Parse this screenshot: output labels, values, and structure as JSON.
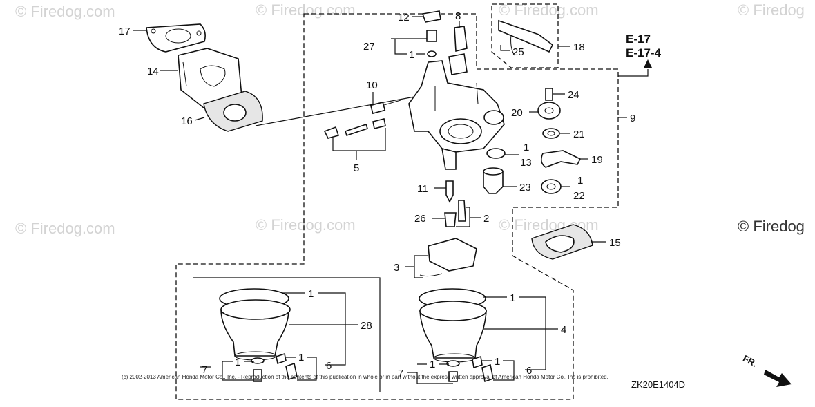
{
  "watermarks": [
    "© Firedog.com",
    "© Firedog.com",
    "© Firedog.com",
    "© Firedog",
    "© Firedog.com",
    "© Firedog.com",
    "© Firedog.com",
    "© Firedog"
  ],
  "refs": {
    "ref1": "E-17",
    "ref2": "E-17-4"
  },
  "labels": {
    "l17": "17",
    "l14": "14",
    "l16": "16",
    "l12": "12",
    "l8": "8",
    "l27": "27",
    "l1a": "1",
    "l18": "18",
    "l25": "25",
    "l10": "10",
    "l5": "5",
    "l24": "24",
    "l20": "20",
    "l21": "21",
    "l9": "9",
    "l1b": "1",
    "l13": "13",
    "l19": "19",
    "l11": "11",
    "l23": "23",
    "l1c": "1",
    "l22": "22",
    "l26": "26",
    "l2": "2",
    "l15": "15",
    "l3": "3",
    "l1d": "1",
    "l28": "28",
    "l1e": "1",
    "l4": "4",
    "l7a": "7",
    "l1f": "1",
    "l1g": "1",
    "l6a": "6",
    "l7b": "7",
    "l1h": "1",
    "l1i": "1",
    "l6b": "6"
  },
  "copyright": "(c) 2002-2013 American Honda Motor Co., Inc. - Reproduction of the contents of this publication in whole or in part without the express written approval of American Honda Motor Co., Inc is prohibited.",
  "diagram_code": "ZK20E1404D",
  "direction_label": "FR."
}
